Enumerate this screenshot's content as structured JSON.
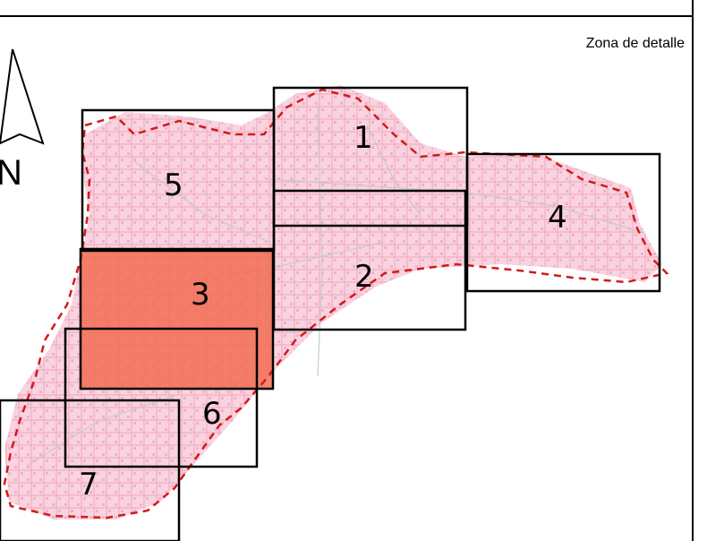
{
  "map_title": "Zona de detalle",
  "north_label": "N",
  "colors": {
    "urban": "#f2a5bd",
    "boundary": "#d21a1a",
    "highlight": "#f26a4f",
    "frame": "#000000"
  },
  "zones": [
    {
      "id": "1",
      "label": "1"
    },
    {
      "id": "2",
      "label": "2"
    },
    {
      "id": "3",
      "label": "3",
      "highlighted": true
    },
    {
      "id": "4",
      "label": "4"
    },
    {
      "id": "5",
      "label": "5"
    },
    {
      "id": "6",
      "label": "6"
    },
    {
      "id": "7",
      "label": "7"
    }
  ]
}
